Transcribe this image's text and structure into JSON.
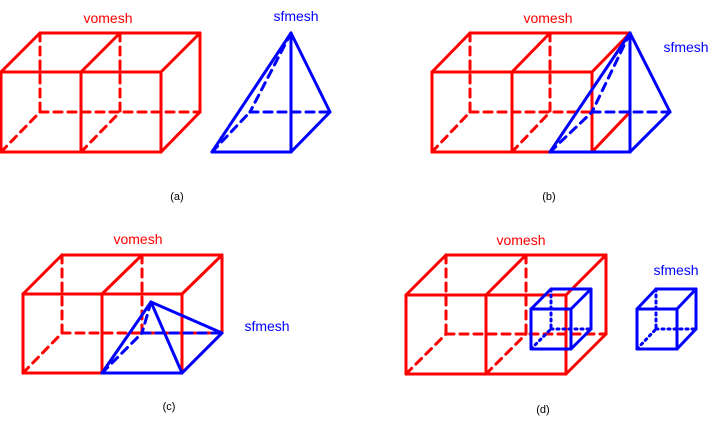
{
  "colors": {
    "vomesh": "#ff0000",
    "sfmesh": "#0000ff",
    "caption": "#000000"
  },
  "panels": [
    {
      "caption": "(a)",
      "vomesh_label": "vomesh",
      "sfmesh_label": "sfmesh"
    },
    {
      "caption": "(b)",
      "vomesh_label": "vomesh",
      "sfmesh_label": "sfmesh"
    },
    {
      "caption": "(c)",
      "vomesh_label": "vomesh",
      "sfmesh_label": "sfmesh"
    },
    {
      "caption": "(d)",
      "vomesh_label": "vomesh",
      "sfmesh_label": "sfmesh"
    }
  ]
}
